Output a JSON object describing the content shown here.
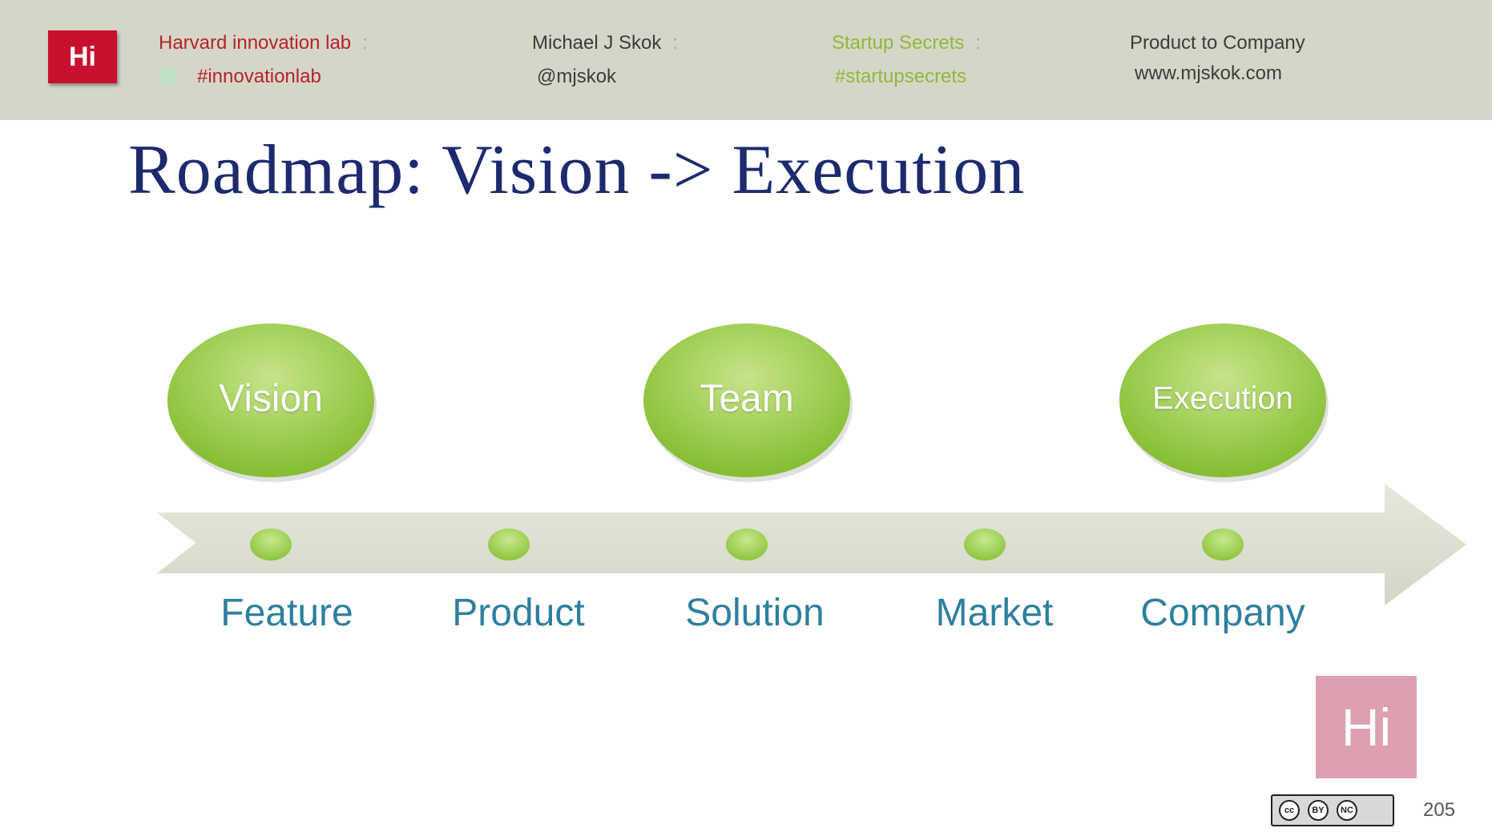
{
  "header": {
    "lab_name": "Harvard innovation lab",
    "lab_hashtag": "#innovationlab",
    "author_name": "Michael J Skok",
    "author_handle": "@mjskok",
    "series_name": "Startup Secrets",
    "series_hashtag": "#startupsecrets",
    "course_name": "Product to Company",
    "website": "www.mjskok.com",
    "logo_text": "Hi",
    "separator": ":"
  },
  "slide": {
    "title": "Roadmap: Vision -> Execution",
    "page_number": "205"
  },
  "diagram": {
    "circles": [
      {
        "label": "Vision",
        "stage_index": 0
      },
      {
        "label": "Team",
        "stage_index": 2
      },
      {
        "label": "Execution",
        "stage_index": 4
      }
    ],
    "stages": [
      "Feature",
      "Product",
      "Solution",
      "Market",
      "Company"
    ]
  },
  "watermark": {
    "text": "Hi"
  },
  "license": {
    "icon": "creative-commons-by-nc-icon",
    "cc": "cc",
    "by": "BY",
    "nc": "NC"
  },
  "colors": {
    "header_bg": "#d6d6c8",
    "logo_red": "#c8102e",
    "title_navy": "#1e2a6e",
    "stage_teal": "#2e7f9e",
    "circle_green": "#8fc43a",
    "arrow_gray": "#dcdfd2",
    "watermark_pink": "#dea0b0"
  }
}
